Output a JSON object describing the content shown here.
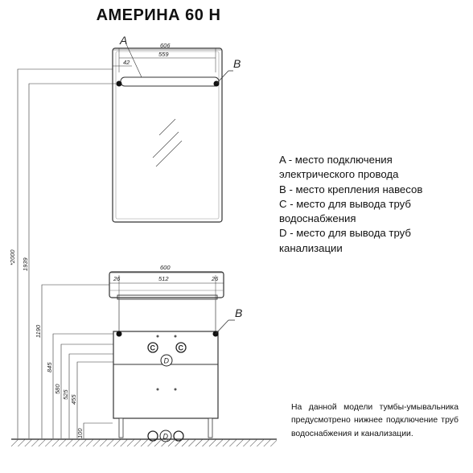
{
  "title": "АМЕРИНА 60 Н",
  "legend": [
    "A - место подключения",
    "электрического провода",
    "B - место крепления навесов",
    "C - место для вывода труб",
    "водоснабжения",
    "D - место для вывода труб",
    "канализации"
  ],
  "note": "На данной модели тумбы-умывальника предусмотрено нижнее подключение труб водоснабжения и канализации.",
  "markers": {
    "a": "A",
    "b_top": "B",
    "b_bottom": "B",
    "c1": "C",
    "c2": "C",
    "d": "D",
    "d_bottom": "D"
  },
  "dimensions": {
    "mirror_width": "606",
    "mirror_inner": "559",
    "mirror_offset": "42",
    "cabinet_width": "600",
    "cabinet_left": "26",
    "cabinet_inner": "512",
    "cabinet_right": "26",
    "h2000": "*2000",
    "h1939": "1939",
    "h1190": "1190",
    "h845": "845",
    "h580": "580",
    "h525": "525",
    "h455": "455",
    "h100": "100"
  }
}
